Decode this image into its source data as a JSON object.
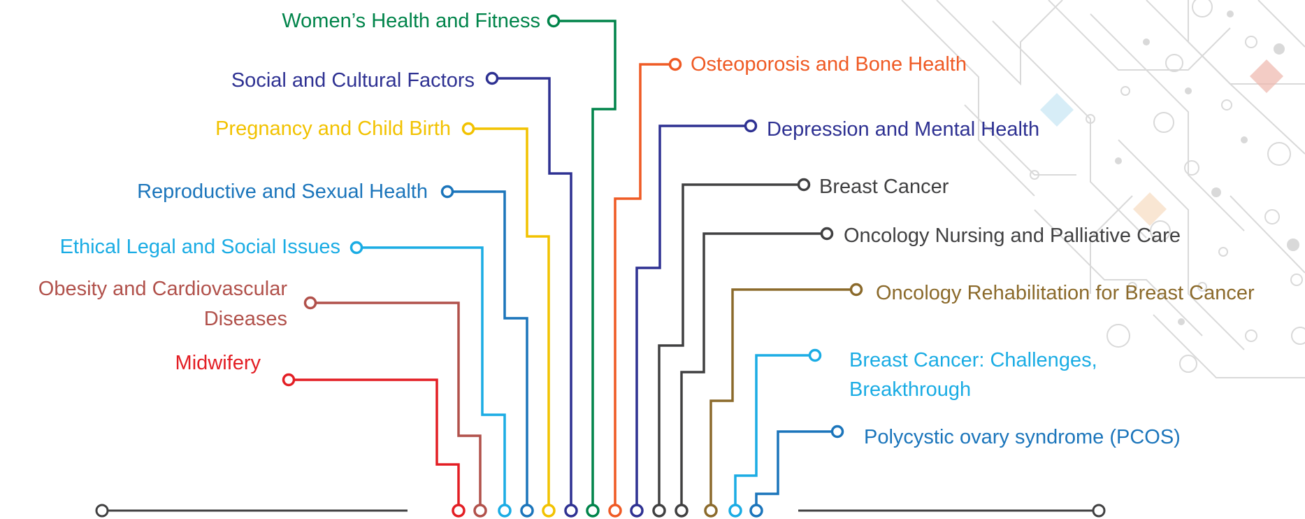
{
  "colors": {
    "green": "#00844a",
    "navy": "#2e3192",
    "yellow": "#f2c200",
    "blue": "#1b75bb",
    "cyan": "#1aace4",
    "brown_red": "#b1514b",
    "red": "#e31e24",
    "orange": "#ef5a24",
    "dark_gray": "#404041",
    "bronze": "#8b6a2b",
    "baseline": "#404041",
    "decor": "#d9d9d9",
    "decor_pink": "#eeb6ac",
    "decor_blue": "#c6e6f3",
    "decor_peach": "#f7dcc1"
  },
  "left_topics": [
    {
      "id": "womens-health",
      "label": "Women’s Health and Fitness",
      "color": "green"
    },
    {
      "id": "social-cultural",
      "label": "Social and Cultural Factors",
      "color": "navy"
    },
    {
      "id": "pregnancy",
      "label": "Pregnancy and Child Birth",
      "color": "yellow"
    },
    {
      "id": "reproductive",
      "label": "Reproductive and Sexual Health",
      "color": "blue"
    },
    {
      "id": "ethical-legal",
      "label": "Ethical Legal and Social Issues",
      "color": "cyan"
    },
    {
      "id": "obesity",
      "label": "Obesity and Cardiovascular",
      "label2": "Diseases",
      "color": "brown_red"
    },
    {
      "id": "midwifery",
      "label": "Midwifery",
      "color": "red"
    }
  ],
  "right_topics": [
    {
      "id": "osteoporosis",
      "label": "Osteoporosis and Bone Health",
      "color": "orange"
    },
    {
      "id": "depression",
      "label": "Depression and Mental Health",
      "color": "navy"
    },
    {
      "id": "breast-cancer",
      "label": "Breast Cancer",
      "color": "dark_gray"
    },
    {
      "id": "oncology-nursing",
      "label": "Oncology Nursing and Palliative Care",
      "color": "dark_gray"
    },
    {
      "id": "oncology-rehab",
      "label": "Oncology Rehabilitation for Breast Cancer",
      "color": "bronze"
    },
    {
      "id": "bc-challenges",
      "label": "Breast Cancer: Challenges,",
      "label2": "Breakthrough",
      "color": "cyan"
    },
    {
      "id": "pcos",
      "label": "Polycystic ovary syndrome (PCOS)",
      "color": "blue"
    }
  ]
}
